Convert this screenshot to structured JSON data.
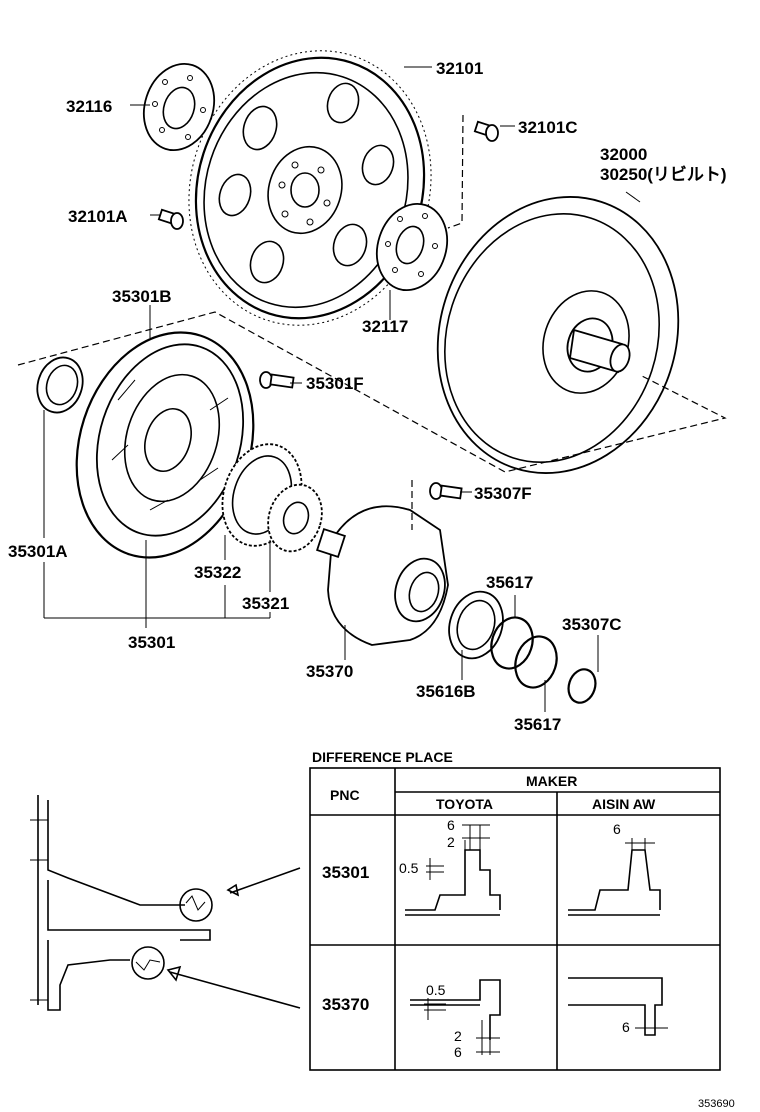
{
  "parts": {
    "p32101": "32101",
    "p32116": "32116",
    "p32101C": "32101C",
    "p32000": "32000",
    "p30250": "30250(リビルト)",
    "p32101A": "32101A",
    "p32117": "32117",
    "p35301B": "35301B",
    "p35301F": "35301F",
    "p35307F": "35307F",
    "p35301A": "35301A",
    "p35322": "35322",
    "p35321": "35321",
    "p35301": "35301",
    "p35370": "35370",
    "p35617a": "35617",
    "p35307C": "35307C",
    "p35616B": "35616B",
    "p35617b": "35617"
  },
  "difference": {
    "title": "DIFFERENCE PLACE",
    "pnc_header": "PNC",
    "maker_header": "MAKER",
    "toyota": "TOYOTA",
    "aisin": "AISIN AW",
    "row1_pnc": "35301",
    "row2_pnc": "35370",
    "dims": {
      "r1_t_6": "6",
      "r1_t_2": "2",
      "r1_t_05": "0.5",
      "r1_a_6": "6",
      "r2_t_05": "0.5",
      "r2_t_2": "2",
      "r2_t_6": "6",
      "r2_a_6": "6"
    }
  },
  "ref_number": "353690"
}
